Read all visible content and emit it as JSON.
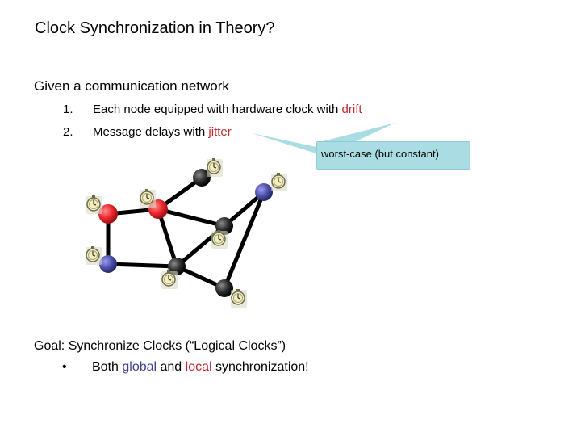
{
  "slide": {
    "title": "Clock Synchronization in Theory?",
    "intro": "Given a communication network",
    "items": [
      {
        "num": "1.",
        "text_before": "Each node equipped with hardware clock with ",
        "highlight": "drift",
        "text_after": ""
      },
      {
        "num": "2.",
        "text_before": "Message delays with ",
        "highlight": "jitter",
        "text_after": ""
      }
    ],
    "callout": "worst-case (but constant)",
    "goal": "Goal: Synchronize Clocks (“Logical Clocks”)",
    "bullet": {
      "marker": "•",
      "pre": "Both ",
      "global": "global",
      "mid": " and ",
      "local": "local",
      "post": " synchronization!"
    }
  },
  "colors": {
    "highlight_red": "#c0272d",
    "global_blue": "#3b3f8f",
    "callout_fill": "#a9dde3",
    "node_red": "#e8262b",
    "node_blue": "#4b4fa8",
    "node_black": "#2a2a2a"
  },
  "diagram": {
    "node_colors": [
      "black",
      "red",
      "red",
      "blue",
      "blue",
      "black",
      "black",
      "black"
    ],
    "edges": 10,
    "icon": "clock-icon"
  }
}
